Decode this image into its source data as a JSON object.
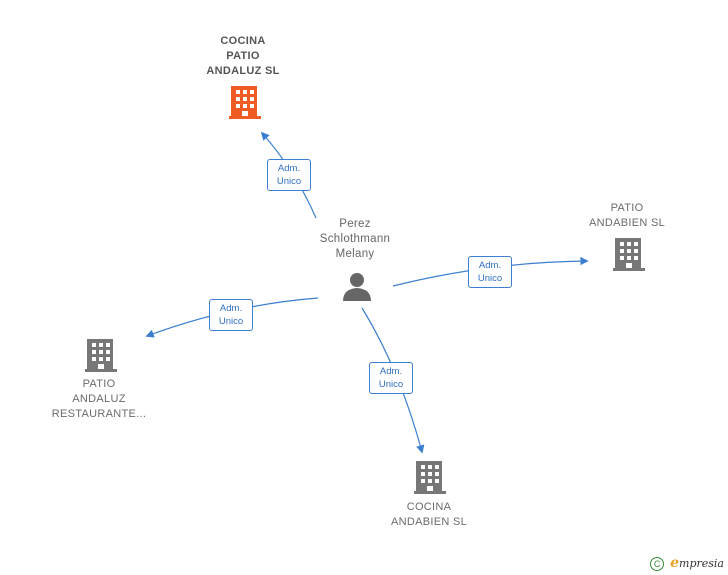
{
  "nodes": {
    "cocina_patio_andaluz": {
      "label": "COCINA\nPATIO\nANDALUZ  SL",
      "color": "#f05a23"
    },
    "patio_andabien": {
      "label": "PATIO\nANDABIEN  SL",
      "color": "#777777"
    },
    "patio_andaluz_rest": {
      "label": "PATIO\nANDALUZ\nRESTAURANTE...",
      "color": "#777777"
    },
    "cocina_andabien": {
      "label": "COCINA\nANDABIEN  SL",
      "color": "#777777"
    },
    "person": {
      "label": "Perez\nSchlothmann\nMelany",
      "icon": "person-icon"
    }
  },
  "edges": [
    {
      "to": "cocina_patio_andaluz",
      "label": "Adm.\nUnico"
    },
    {
      "to": "patio_andabien",
      "label": "Adm.\nUnico"
    },
    {
      "to": "patio_andaluz_rest",
      "label": "Adm.\nUnico"
    },
    {
      "to": "cocina_andabien",
      "label": "Adm.\nUnico"
    }
  ],
  "colors": {
    "edge": "#3c7fd1",
    "company": "#777777",
    "highlight": "#f05a23",
    "person": "#666666"
  },
  "footer": {
    "copyright": "C",
    "brand_first": "e",
    "brand_rest": "mpresia"
  }
}
